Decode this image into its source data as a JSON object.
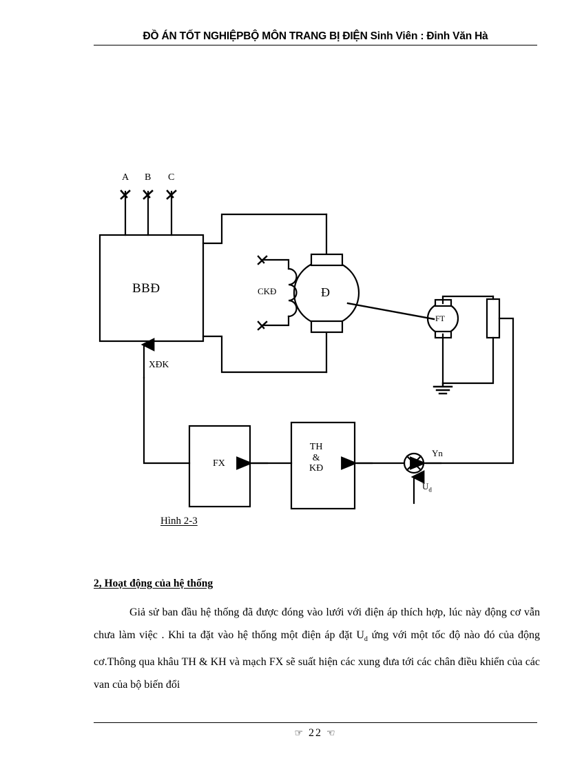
{
  "header": {
    "text": "ĐỒ ÁN TỐT NGHIỆPBỘ MÔN TRANG BỊ ĐIỆN Sinh Viên  : Đinh Văn Hà"
  },
  "diagram": {
    "caption": "Hình 2-3",
    "phase_a": "A",
    "phase_b": "B",
    "phase_c": "C",
    "converter": "BBĐ",
    "field_winding": "CKĐ",
    "motor": "Đ",
    "tacho": "FT",
    "control_pulse": "XĐK",
    "pulse_former": "FX",
    "th_kd_line1": "TH",
    "th_kd_line2": "&",
    "th_kd_line3": "KĐ",
    "feedback_signal": "Υn",
    "setpoint_base": "U",
    "setpoint_sub": "d",
    "line_color": "#000000"
  },
  "body": {
    "section_heading": "2, Hoạt động của hệ thống",
    "paragraph_line1": "Giả sử ban đầu hệ thống đã được đóng vào lưới với điện áp thích hợp,",
    "paragraph_line2": "lúc này động  cơ vẫn chưa làm việc . Khi ta đặt vào hệ thống một điện áp đặt",
    "paragraph_line3_pre": "U",
    "paragraph_line3_sub": "d",
    "paragraph_line3_post": " ứng với một tốc độ nào đó của động cơ.Thông qua khâu TH & KH và mạch",
    "paragraph_line4": "FX sẽ suất hiện các xung đưa tới các chân điều khiển của các van của bộ biến",
    "paragraph_line5": "đổi"
  },
  "footer": {
    "ornament_left": "☞",
    "page_number": "22",
    "ornament_right": "☜"
  }
}
